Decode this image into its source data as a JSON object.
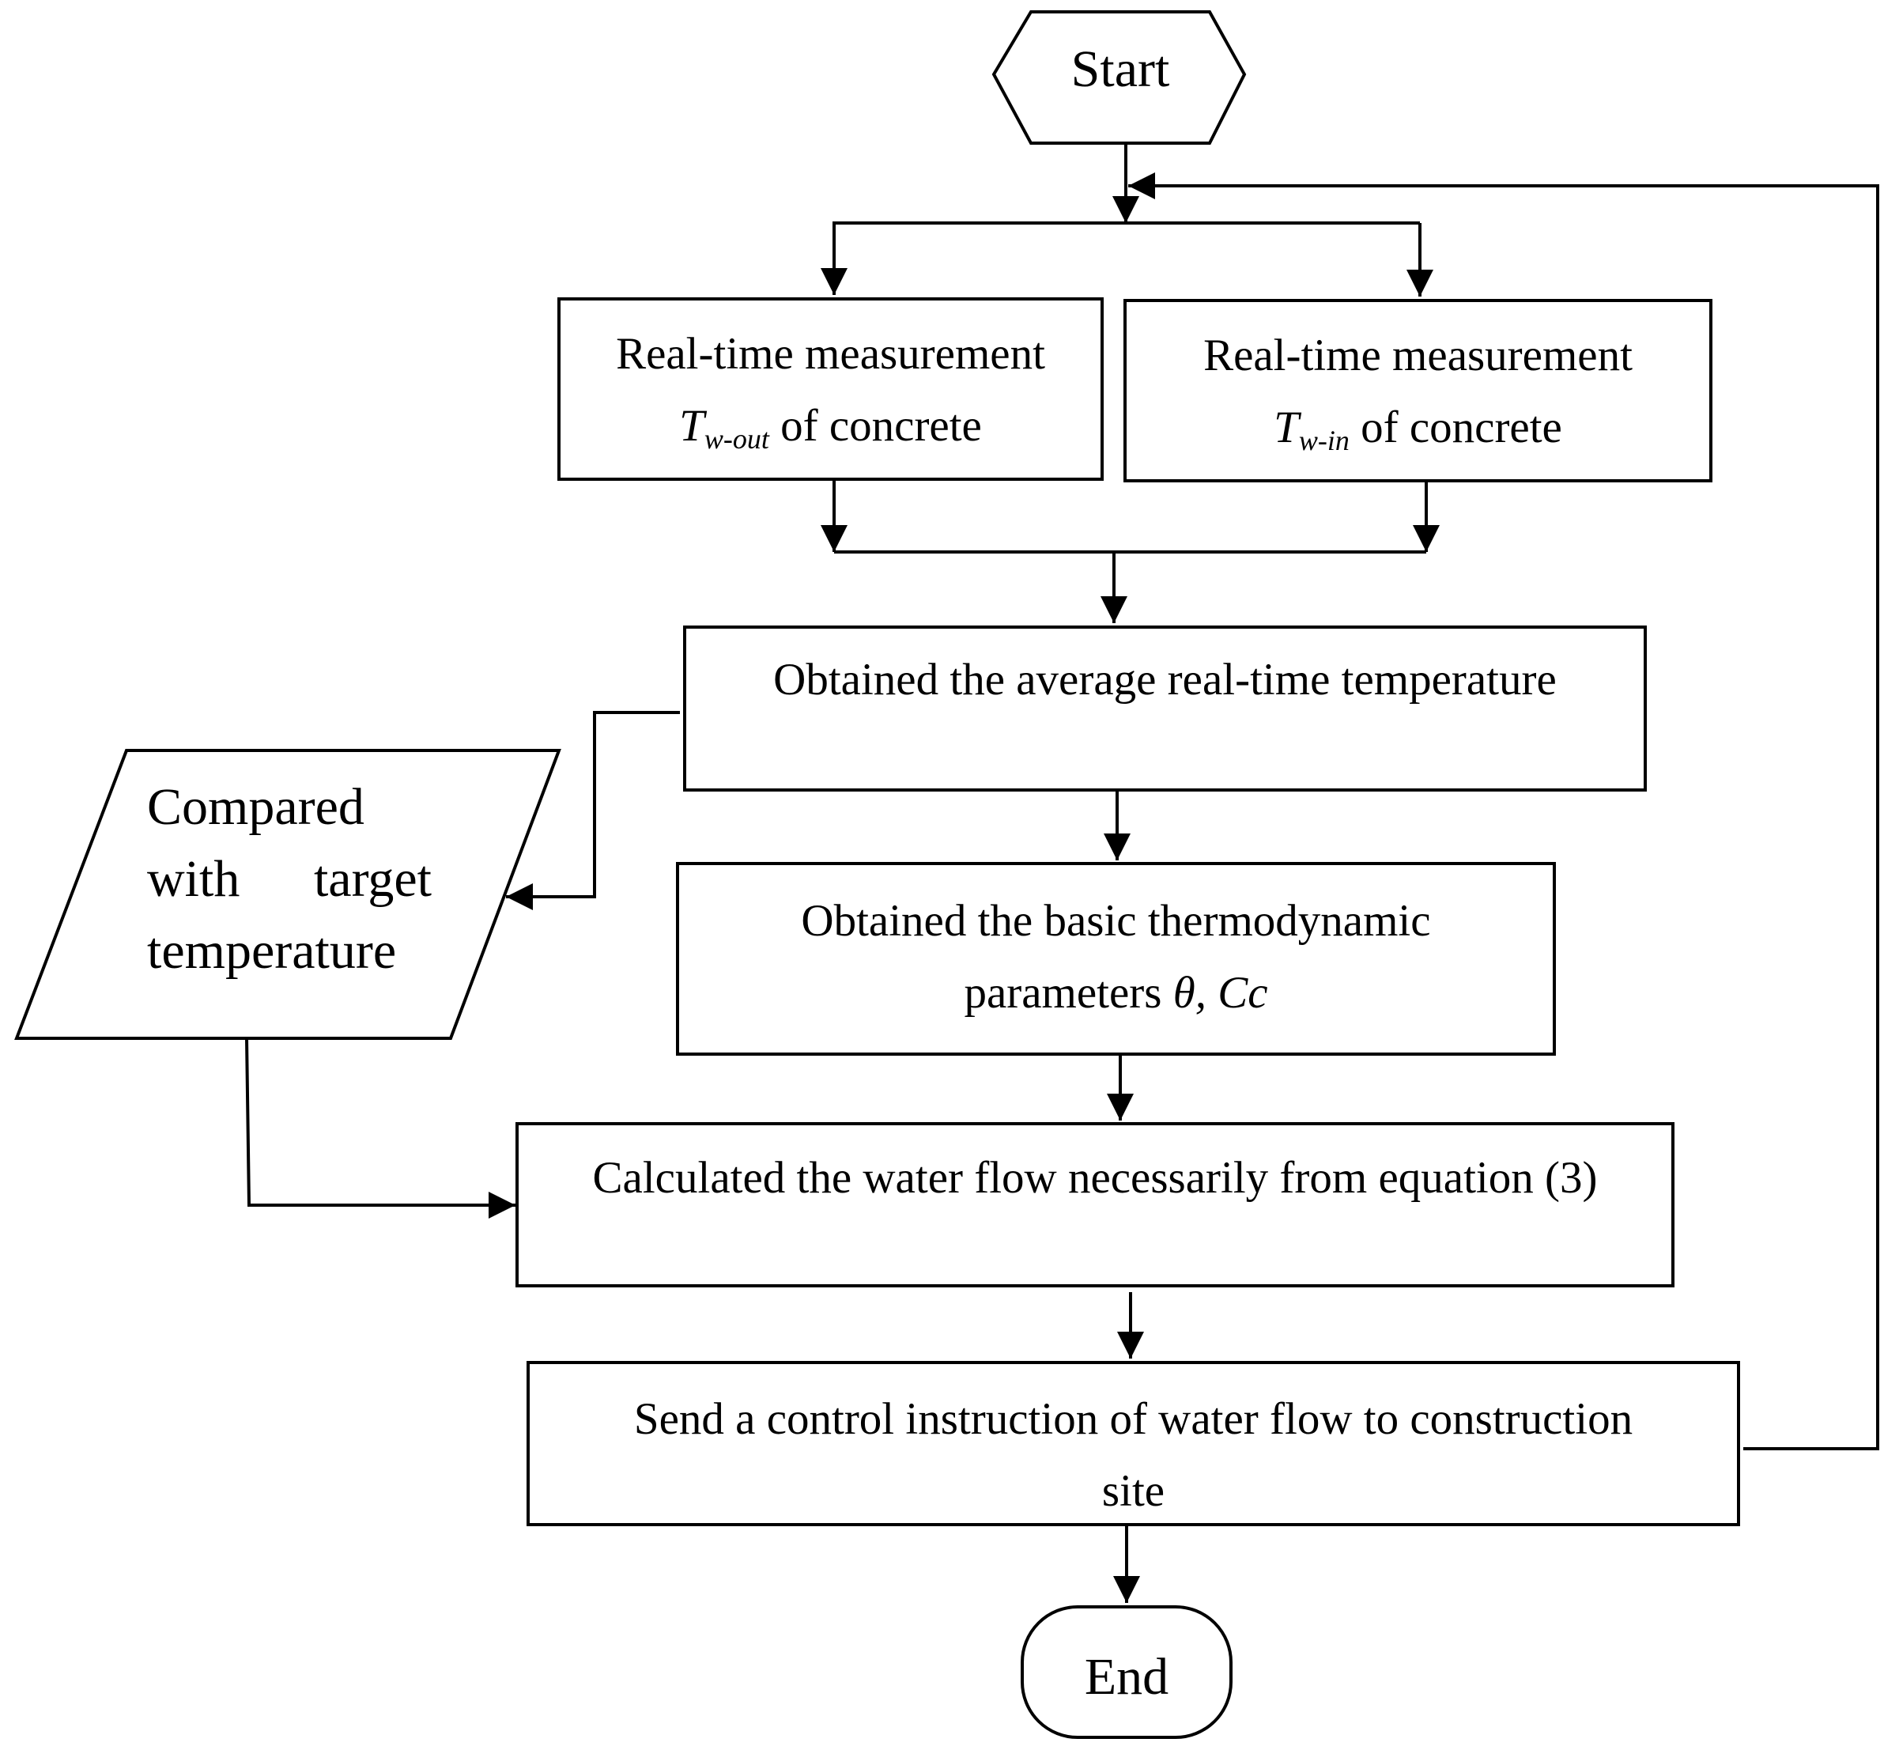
{
  "nodes": {
    "start": {
      "label": "Start"
    },
    "measure_out": {
      "line1": "Real-time measurement",
      "symbol": "T",
      "subscript": "w-out",
      "line2_rest": " of concrete"
    },
    "measure_in": {
      "line1": "Real-time measurement",
      "symbol": "T",
      "subscript": "w-in",
      "line2_rest": " of concrete"
    },
    "average": {
      "label": "Obtained the average real-time temperature"
    },
    "compare": {
      "line1": "Compared",
      "line2_a": "with",
      "line2_b": "target",
      "line3": "temperature"
    },
    "thermo": {
      "line1": "Obtained the basic thermodynamic",
      "line2_text": "parameters ",
      "line2_symbols": "θ, Cc"
    },
    "calculate": {
      "label": "Calculated the water flow necessarily from equation (3)"
    },
    "send": {
      "line1": "Send a control instruction of water flow to construction",
      "line2": "site"
    },
    "end": {
      "label": "End"
    }
  },
  "style": {
    "stroke_color": "#000000",
    "fill_color": "#ffffff"
  }
}
